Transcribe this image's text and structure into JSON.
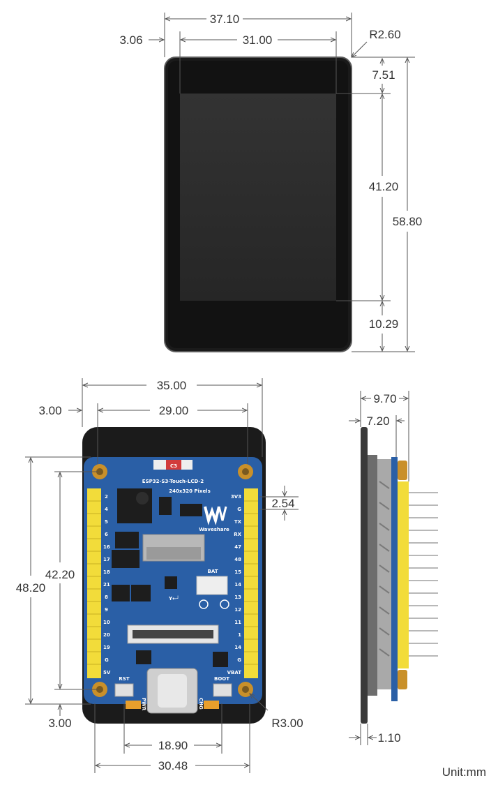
{
  "dimensions": {
    "front_width": "37.10",
    "screen_width": "31.00",
    "bezel_left": "3.06",
    "corner_radius_top": "R2.60",
    "top_bezel": "7.51",
    "screen_height": "41.20",
    "total_height": "58.80",
    "bottom_bezel": "10.29",
    "board_width": "35.00",
    "hole_spacing_x": "29.00",
    "hole_offset_left": "3.00",
    "board_height": "48.20",
    "hole_spacing_y": "42.20",
    "hole_offset_bottom": "3.00",
    "pin_pitch": "2.54",
    "corner_radius_bottom": "R3.00",
    "usb_span": "18.90",
    "header_span": "30.48",
    "side_total": "9.70",
    "side_board": "7.20",
    "side_front": "1.10"
  },
  "board": {
    "model": "ESP32-S3-Touch-LCD-2",
    "resolution": "240x320 Pixels",
    "brand": "Waveshare",
    "tag": "C3",
    "bat_label": "BAT",
    "rst_label": "RST",
    "boot_label": "BOOT",
    "pwr_label": "PWR",
    "chg_label": "CHG",
    "left_pins": [
      "2",
      "4",
      "5",
      "6",
      "16",
      "17",
      "18",
      "21",
      "8",
      "9",
      "10",
      "20",
      "19",
      "G",
      "5V"
    ],
    "right_pins": [
      "3V3",
      "G",
      "TX",
      "RX",
      "47",
      "48",
      "15",
      "14",
      "13",
      "12",
      "11",
      "1",
      "14",
      "G",
      "VBAT"
    ]
  },
  "footer": {
    "unit": "Unit:mm"
  },
  "colors": {
    "pcb": "#2a5fa6",
    "header": "#f2dc3a",
    "bezel": "#1b1b1b",
    "screen": "#2b2b2b",
    "gold": "#c9902a"
  }
}
